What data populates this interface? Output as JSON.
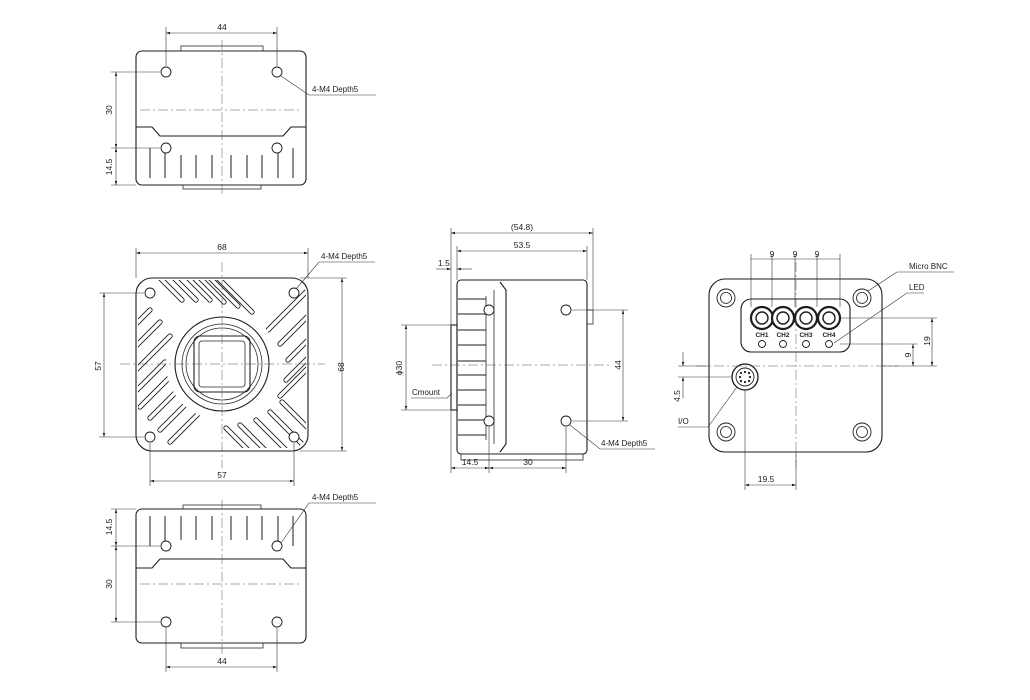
{
  "top_view": {
    "dim_width": "44",
    "dim_height_upper": "30",
    "dim_height_lower": "14.5",
    "callout": "4-M4 Depth5"
  },
  "front_view": {
    "dim_width_top": "68",
    "dim_height_right": "68",
    "dim_height_left": "57",
    "dim_width_bottom": "57",
    "callout": "4-M4 Depth5"
  },
  "bottom_view": {
    "dim_height_upper": "14.5",
    "dim_height_lower": "30",
    "dim_width": "44",
    "callout": "4-M4 Depth5"
  },
  "side_view": {
    "dim_overall": "(54.8)",
    "dim_body": "53.5",
    "dim_flange": "1.5",
    "dim_diameter": "ϕ30",
    "label_mount": "Cmount",
    "dim_height": "44",
    "dim_bottom_left": "14.5",
    "dim_bottom_right": "30",
    "callout": "4-M4 Depth5"
  },
  "rear_view": {
    "pitch_1": "9",
    "pitch_2": "9",
    "pitch_3": "9",
    "label_bnc": "Micro BNC",
    "label_led": "LED",
    "channels": [
      "CH1",
      "CH2",
      "CH3",
      "CH4"
    ],
    "dim_right_outer": "19",
    "dim_right_inner": "9",
    "dim_left": "4.5",
    "label_io": "I/O",
    "dim_bottom": "19.5"
  }
}
